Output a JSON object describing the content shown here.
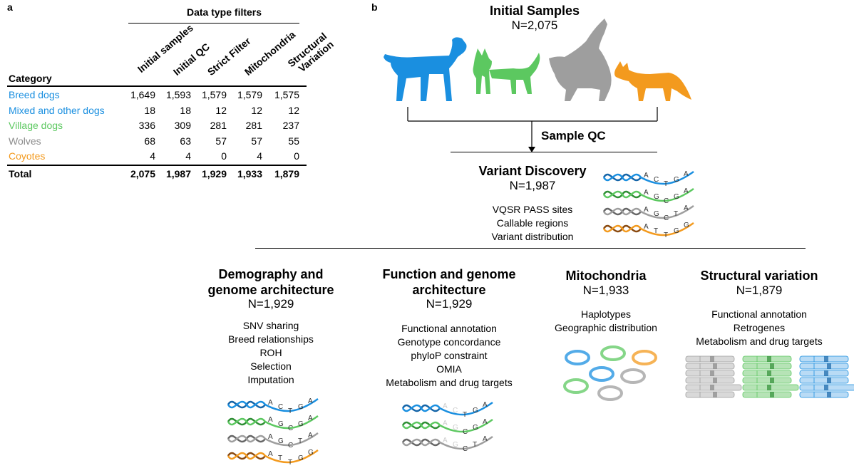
{
  "panel_a": {
    "label": "a",
    "group_header": "Data type filters",
    "category_header": "Category",
    "columns": [
      "Initial samples",
      "Initial QC",
      "Strict Filter",
      "Mitochondria",
      "Structural Variation"
    ],
    "rows": [
      {
        "category": "Breed dogs",
        "color": "#1a8fe0",
        "values": [
          "1,649",
          "1,593",
          "1,579",
          "1,579",
          "1,575"
        ]
      },
      {
        "category": "Mixed and other dogs",
        "color": "#1a8fe0",
        "values": [
          "18",
          "18",
          "12",
          "12",
          "12"
        ]
      },
      {
        "category": "Village dogs",
        "color": "#5cc860",
        "values": [
          "336",
          "309",
          "281",
          "281",
          "237"
        ]
      },
      {
        "category": "Wolves",
        "color": "#8c8c8c",
        "values": [
          "68",
          "63",
          "57",
          "57",
          "55"
        ]
      },
      {
        "category": "Coyotes",
        "color": "#f39a1e",
        "values": [
          "4",
          "4",
          "0",
          "4",
          "0"
        ]
      }
    ],
    "total": {
      "category": "Total",
      "values": [
        "2,075",
        "1,987",
        "1,929",
        "1,933",
        "1,879"
      ]
    }
  },
  "panel_b": {
    "label": "b",
    "initial": {
      "title": "Initial Samples",
      "n": "N=2,075"
    },
    "sample_qc": "Sample QC",
    "variant_discovery": {
      "title": "Variant Discovery",
      "n": "N=1,987",
      "items": [
        "VQSR PASS sites",
        "Callable regions",
        "Variant distribution"
      ]
    },
    "demography": {
      "title_lines": [
        "Demography and",
        "genome architecture"
      ],
      "n": "N=1,929",
      "items": [
        "SNV sharing",
        "Breed relationships",
        "ROH",
        "Selection",
        "Imputation"
      ]
    },
    "function": {
      "title_lines": [
        "Function and genome",
        "architecture"
      ],
      "n": "N=1,929",
      "items": [
        "Functional annotation",
        "Genotype concordance",
        "phyloP constraint",
        "OMIA",
        "Metabolism and drug targets"
      ]
    },
    "mitochondria": {
      "title_lines": [
        "Mitochondria"
      ],
      "n": "N=1,933",
      "items": [
        "Haplotypes",
        "Geographic distribution"
      ]
    },
    "structural": {
      "title_lines": [
        "Structural variation"
      ],
      "n": "N=1,879",
      "items": [
        "Functional annotation",
        "Retrogenes",
        "Metabolism and drug targets"
      ]
    },
    "dna_letters": [
      [
        "A",
        "C",
        "T",
        "G",
        "A"
      ],
      [
        "A",
        "G",
        "C",
        "G",
        "A"
      ],
      [
        "A",
        "G",
        "C",
        "T",
        "A"
      ],
      [
        "A",
        "T",
        "T",
        "G",
        "G"
      ]
    ],
    "colors": {
      "blue": "#1a8fe0",
      "green": "#5cc860",
      "gray": "#9e9e9e",
      "orange": "#f39a1e"
    }
  }
}
